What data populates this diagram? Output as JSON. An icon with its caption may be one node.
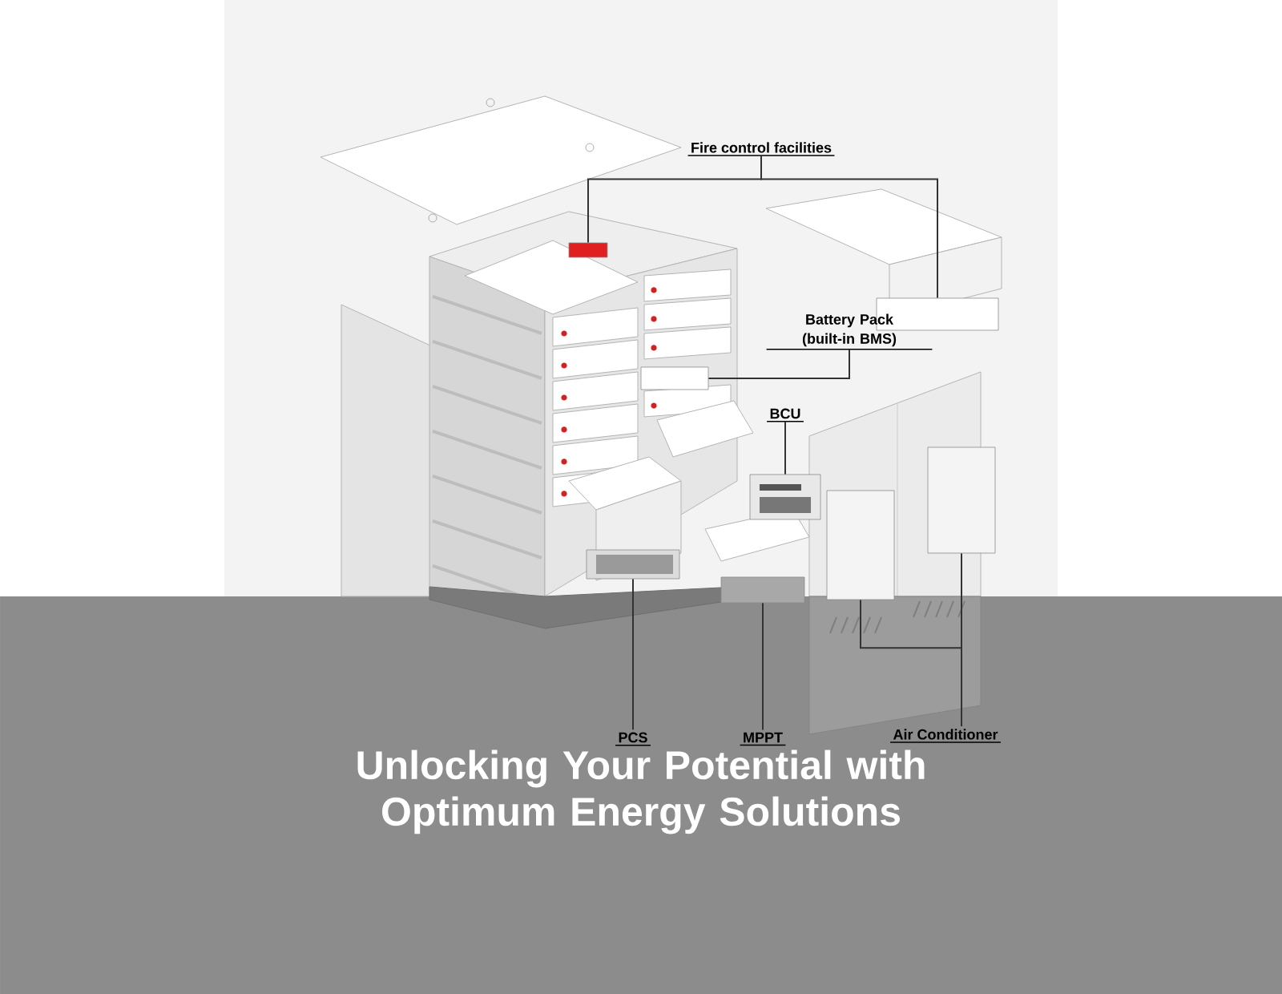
{
  "diagram": {
    "title": "Unlocking Your Potential with Optimum Energy Solutions",
    "nodes": [
      {
        "text": [
          "Fire control facilities"
        ]
      },
      {
        "text": [],
        "shape": "box"
      },
      {
        "text": [],
        "shape": "box"
      },
      {
        "text": [
          "Battery Pack (built-in BMS)"
        ]
      },
      {
        "text": [],
        "shape": "box"
      },
      {
        "text": [
          "BCU"
        ]
      },
      {
        "text": [],
        "shape": "box"
      },
      {
        "text": [
          "PCS"
        ]
      },
      {
        "text": [],
        "shape": "box"
      },
      {
        "text": [
          "MPPT"
        ]
      },
      {
        "text": [],
        "shape": "box"
      },
      {
        "text": [
          "Air Conditioner"
        ]
      },
      {
        "text": [],
        "shape": "box"
      },
      {
        "text": [],
        "shape": "box"
      }
    ],
    "edges": [
      {
        "from": 0,
        "to": 1,
        "arrow": "none"
      },
      {
        "from": 0,
        "to": 2,
        "arrow": "none"
      },
      {
        "from": 3,
        "to": 4,
        "arrow": "none"
      },
      {
        "from": 5,
        "to": 6,
        "arrow": "none"
      },
      {
        "from": 7,
        "to": 8,
        "arrow": "none"
      },
      {
        "from": 9,
        "to": 10,
        "arrow": "none"
      },
      {
        "from": 11,
        "to": 12,
        "arrow": "none"
      },
      {
        "from": 11,
        "to": 13,
        "arrow": "none"
      }
    ]
  }
}
